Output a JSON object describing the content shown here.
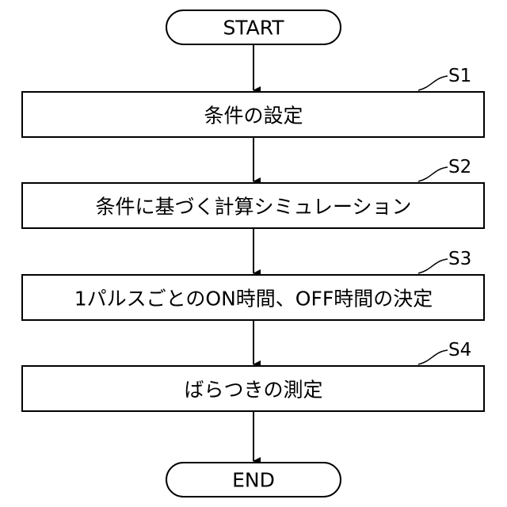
{
  "flowchart": {
    "start": "START",
    "end": "END",
    "steps": [
      {
        "label": "S1",
        "text": "条件の設定"
      },
      {
        "label": "S2",
        "text": "条件に基づく計算シミュレーション"
      },
      {
        "label": "S3",
        "text": "1パルスごとのON時間、OFF時間の決定"
      },
      {
        "label": "S4",
        "text": "ばらつきの測定"
      }
    ]
  }
}
